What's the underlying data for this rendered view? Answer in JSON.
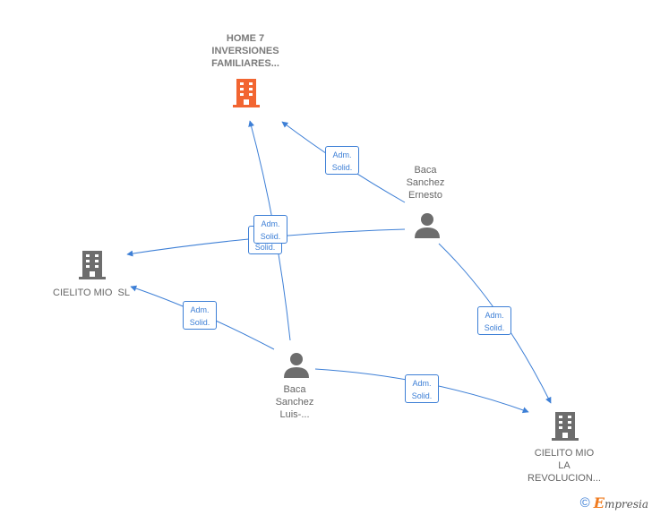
{
  "nodes": {
    "home7": {
      "label_lines": [
        "HOME 7",
        "INVERSIONES",
        "FAMILIARES..."
      ],
      "type": "company",
      "highlight": true,
      "color": "#f26531"
    },
    "cielito_sl": {
      "label_lines": [
        "CIELITO MIO  SL"
      ],
      "type": "company",
      "color": "#6d6d6d"
    },
    "cielito_rev": {
      "label_lines": [
        "CIELITO MIO",
        "LA",
        "REVOLUCION..."
      ],
      "type": "company",
      "color": "#6d6d6d"
    },
    "baca_ernesto": {
      "label_lines": [
        "Baca",
        "Sanchez",
        "Ernesto"
      ],
      "type": "person",
      "color": "#6d6d6d"
    },
    "baca_luis": {
      "label_lines": [
        "Baca",
        "Sanchez",
        "Luis-..."
      ],
      "type": "person",
      "color": "#6d6d6d"
    }
  },
  "relation_label": {
    "line1": "Adm.",
    "line2": "Solid."
  },
  "edge_color": "#3d7fd6",
  "footer": {
    "copyright": "©",
    "brand_first": "E",
    "brand_rest": "mpresia"
  }
}
